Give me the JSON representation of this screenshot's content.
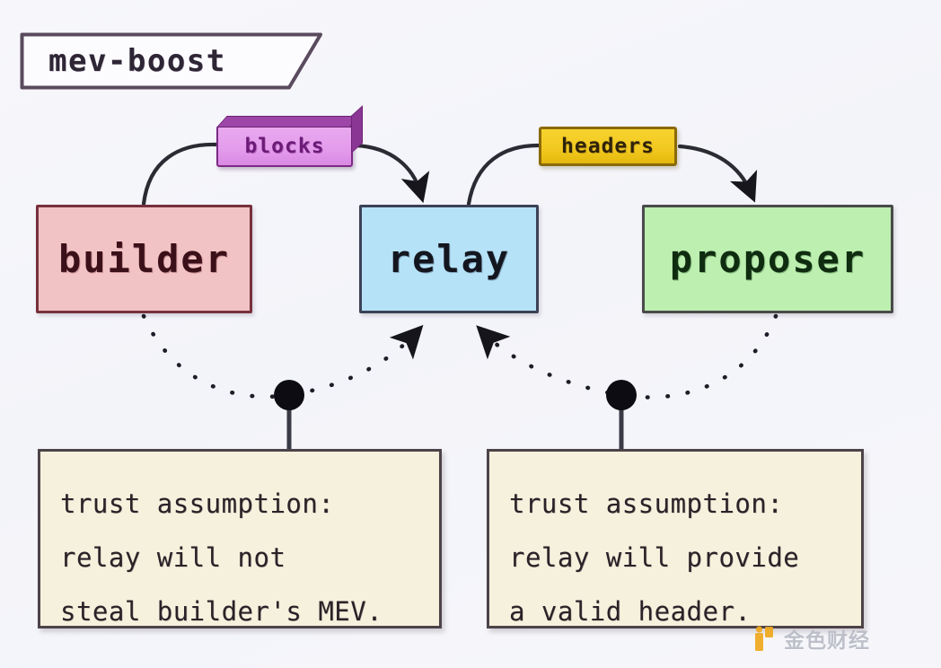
{
  "diagram": {
    "title": "mev-boost",
    "background_color": "#f4f5fa"
  },
  "nodes": [
    {
      "id": "builder",
      "label": "builder",
      "fill": "#f2c3c5",
      "border": "#77313c"
    },
    {
      "id": "relay",
      "label": "relay",
      "fill": "#b6e2f7",
      "border": "#3b4256"
    },
    {
      "id": "proposer",
      "label": "proposer",
      "fill": "#bcefb0",
      "border": "#4a4a4a"
    }
  ],
  "edge_labels": [
    {
      "id": "blocks",
      "label": "blocks",
      "fill": "#e49cec",
      "border": "#7c2a86",
      "from": "builder",
      "to": "relay"
    },
    {
      "id": "headers",
      "label": "headers",
      "fill": "#f2c81f",
      "border": "#8a6a08",
      "from": "relay",
      "to": "proposer"
    }
  ],
  "notes": [
    {
      "id": "note-left",
      "anchor": "builder",
      "lines": [
        "trust assumption:",
        "relay will not",
        "steal builder's MEV."
      ]
    },
    {
      "id": "note-right",
      "anchor": "proposer",
      "lines": [
        "trust assumption:",
        "relay will provide",
        "a valid header."
      ]
    }
  ],
  "watermark": {
    "text": "金色财经",
    "icon": "gold-coin-bar-icon",
    "color": "#f0a81e"
  }
}
